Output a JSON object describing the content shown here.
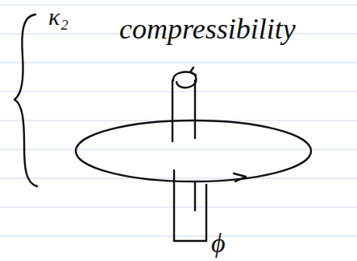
{
  "diagram": {
    "labels": [
      "κ₂",
      "compressibility",
      "ϕ"
    ]
  }
}
